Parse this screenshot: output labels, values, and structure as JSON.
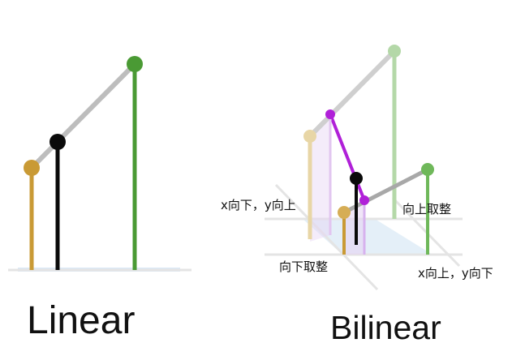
{
  "linear": {
    "title": "Linear"
  },
  "bilinear": {
    "title": "Bilinear",
    "labels": {
      "x_down_y_up": "x向下，y向上",
      "round_up": "向上取整",
      "round_down": "向下取整",
      "x_up_y_down": "x向上，y向下"
    }
  },
  "colors": {
    "low_sample": "#c99a35",
    "high_sample": "#4a9a34",
    "interpolated": "#0a0a0a",
    "intermediate": "#b020d8",
    "connector": "#bdbdbd",
    "floor_grid": "#e4e4e4",
    "floor_fill": "#dbe9f5"
  }
}
